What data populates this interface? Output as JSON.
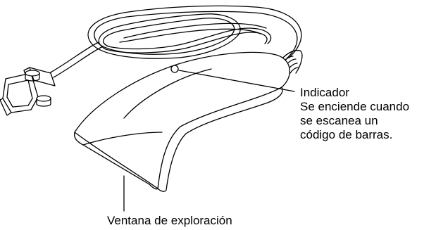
{
  "callouts": {
    "indicator": {
      "title": "Indicador",
      "description": [
        "Se enciende cuando",
        "se escanea un",
        "código de barras."
      ]
    },
    "scan_window": {
      "title": "Ventana de exploración"
    }
  },
  "colors": {
    "line": "#000000",
    "body_fill": "#ffffff"
  }
}
